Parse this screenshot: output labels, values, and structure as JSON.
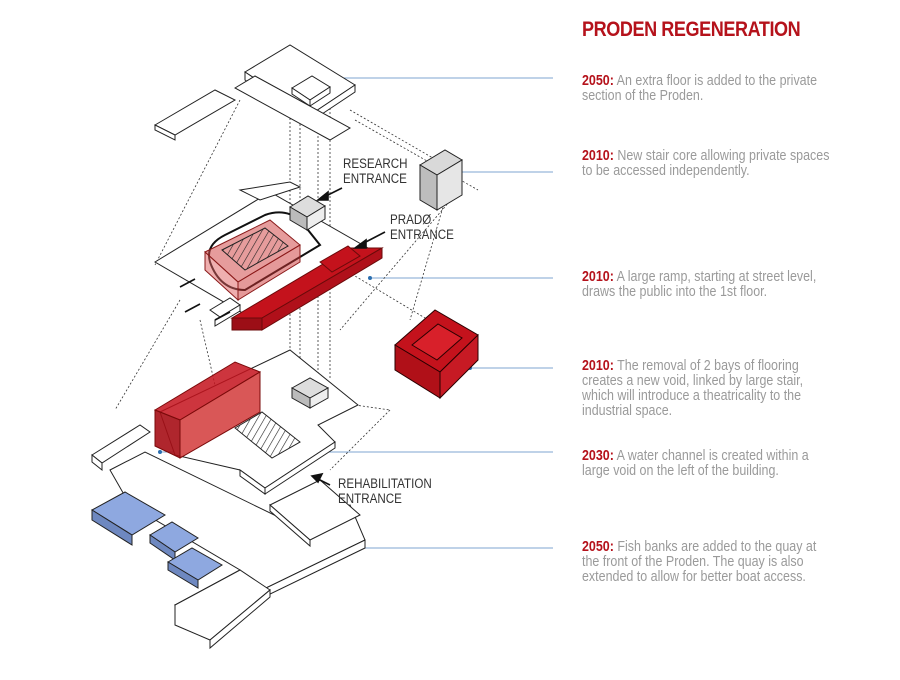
{
  "title": "PRODEN REGENERATION",
  "annotations": [
    {
      "year": "2050:",
      "text": "An extra floor is added to the private\nsection of the Proden."
    },
    {
      "year": "2010:",
      "text": "  New stair core allowing private spaces\nto be accessed independently."
    },
    {
      "year": "2010:",
      "text": "A large ramp, starting at street level,\ndraws the public into the 1st floor."
    },
    {
      "year": "2010:",
      "text": "The removal of 2 bays of flooring\ncreates a new void, linked by large stair,\nwhich will introduce a theatricality to the\nindustrial space."
    },
    {
      "year": "2030:",
      "text": "A water channel is created within a\nlarge void on the left of the building."
    },
    {
      "year": "2050:",
      "text": "Fish banks are added to the quay at\nthe front of the Proden.  The quay is also\nextended to allow for better boat access."
    }
  ],
  "labels": {
    "research": "RESEARCH\nENTRANCE",
    "prado": "PRADØ\nENTRANCE",
    "rehab": "REHABILITATION\nENTRANCE"
  },
  "colors": {
    "accent_red": "#b5121b",
    "solid_red": "#c4121c",
    "translucent_red": "#d14a4a",
    "water_blue": "#8ea8e0",
    "leader_blue": "#7fa6d0",
    "note_grey": "#9a9a9a",
    "line": "#1a1a1a"
  }
}
